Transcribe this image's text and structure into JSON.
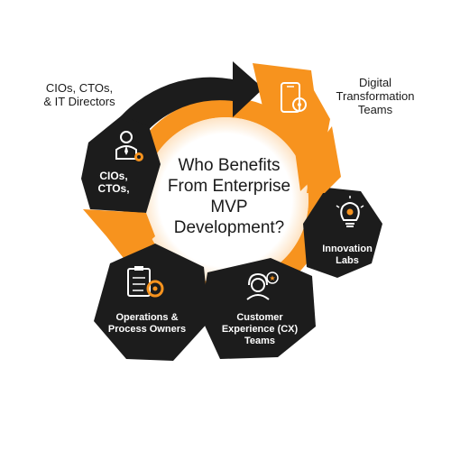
{
  "center": {
    "title": "Who Benefits\nFrom Enterprise\nMVP\nDevelopment?"
  },
  "colors": {
    "orange": "#f7931e",
    "dark": "#1c1c1c",
    "ring_inner": "#f7931e"
  },
  "segments": [
    {
      "id": "ciosctos",
      "label": "CIOs,\nCTOs,",
      "icon": "executive-gear-icon",
      "color": "#1c1c1c"
    },
    {
      "id": "digital",
      "label": "",
      "icon": "smartphone-gear-icon",
      "color": "#f7931e"
    },
    {
      "id": "innovation",
      "label": "Innovation\nLabs",
      "icon": "lightbulb-icon",
      "color": "#1c1c1c"
    },
    {
      "id": "cx",
      "label": "Customer\nExperience (CX)\nTeams",
      "icon": "headset-agent-icon",
      "color": "#1c1c1c"
    },
    {
      "id": "operations",
      "label": "Operations &\nProcess Owners",
      "icon": "clipboard-gear-icon",
      "color": "#1c1c1c"
    }
  ],
  "outer_labels": {
    "top_left": "CIOs, CTOs,\n& IT Directors",
    "top_right": "Digital\nTransformation\nTeams"
  }
}
